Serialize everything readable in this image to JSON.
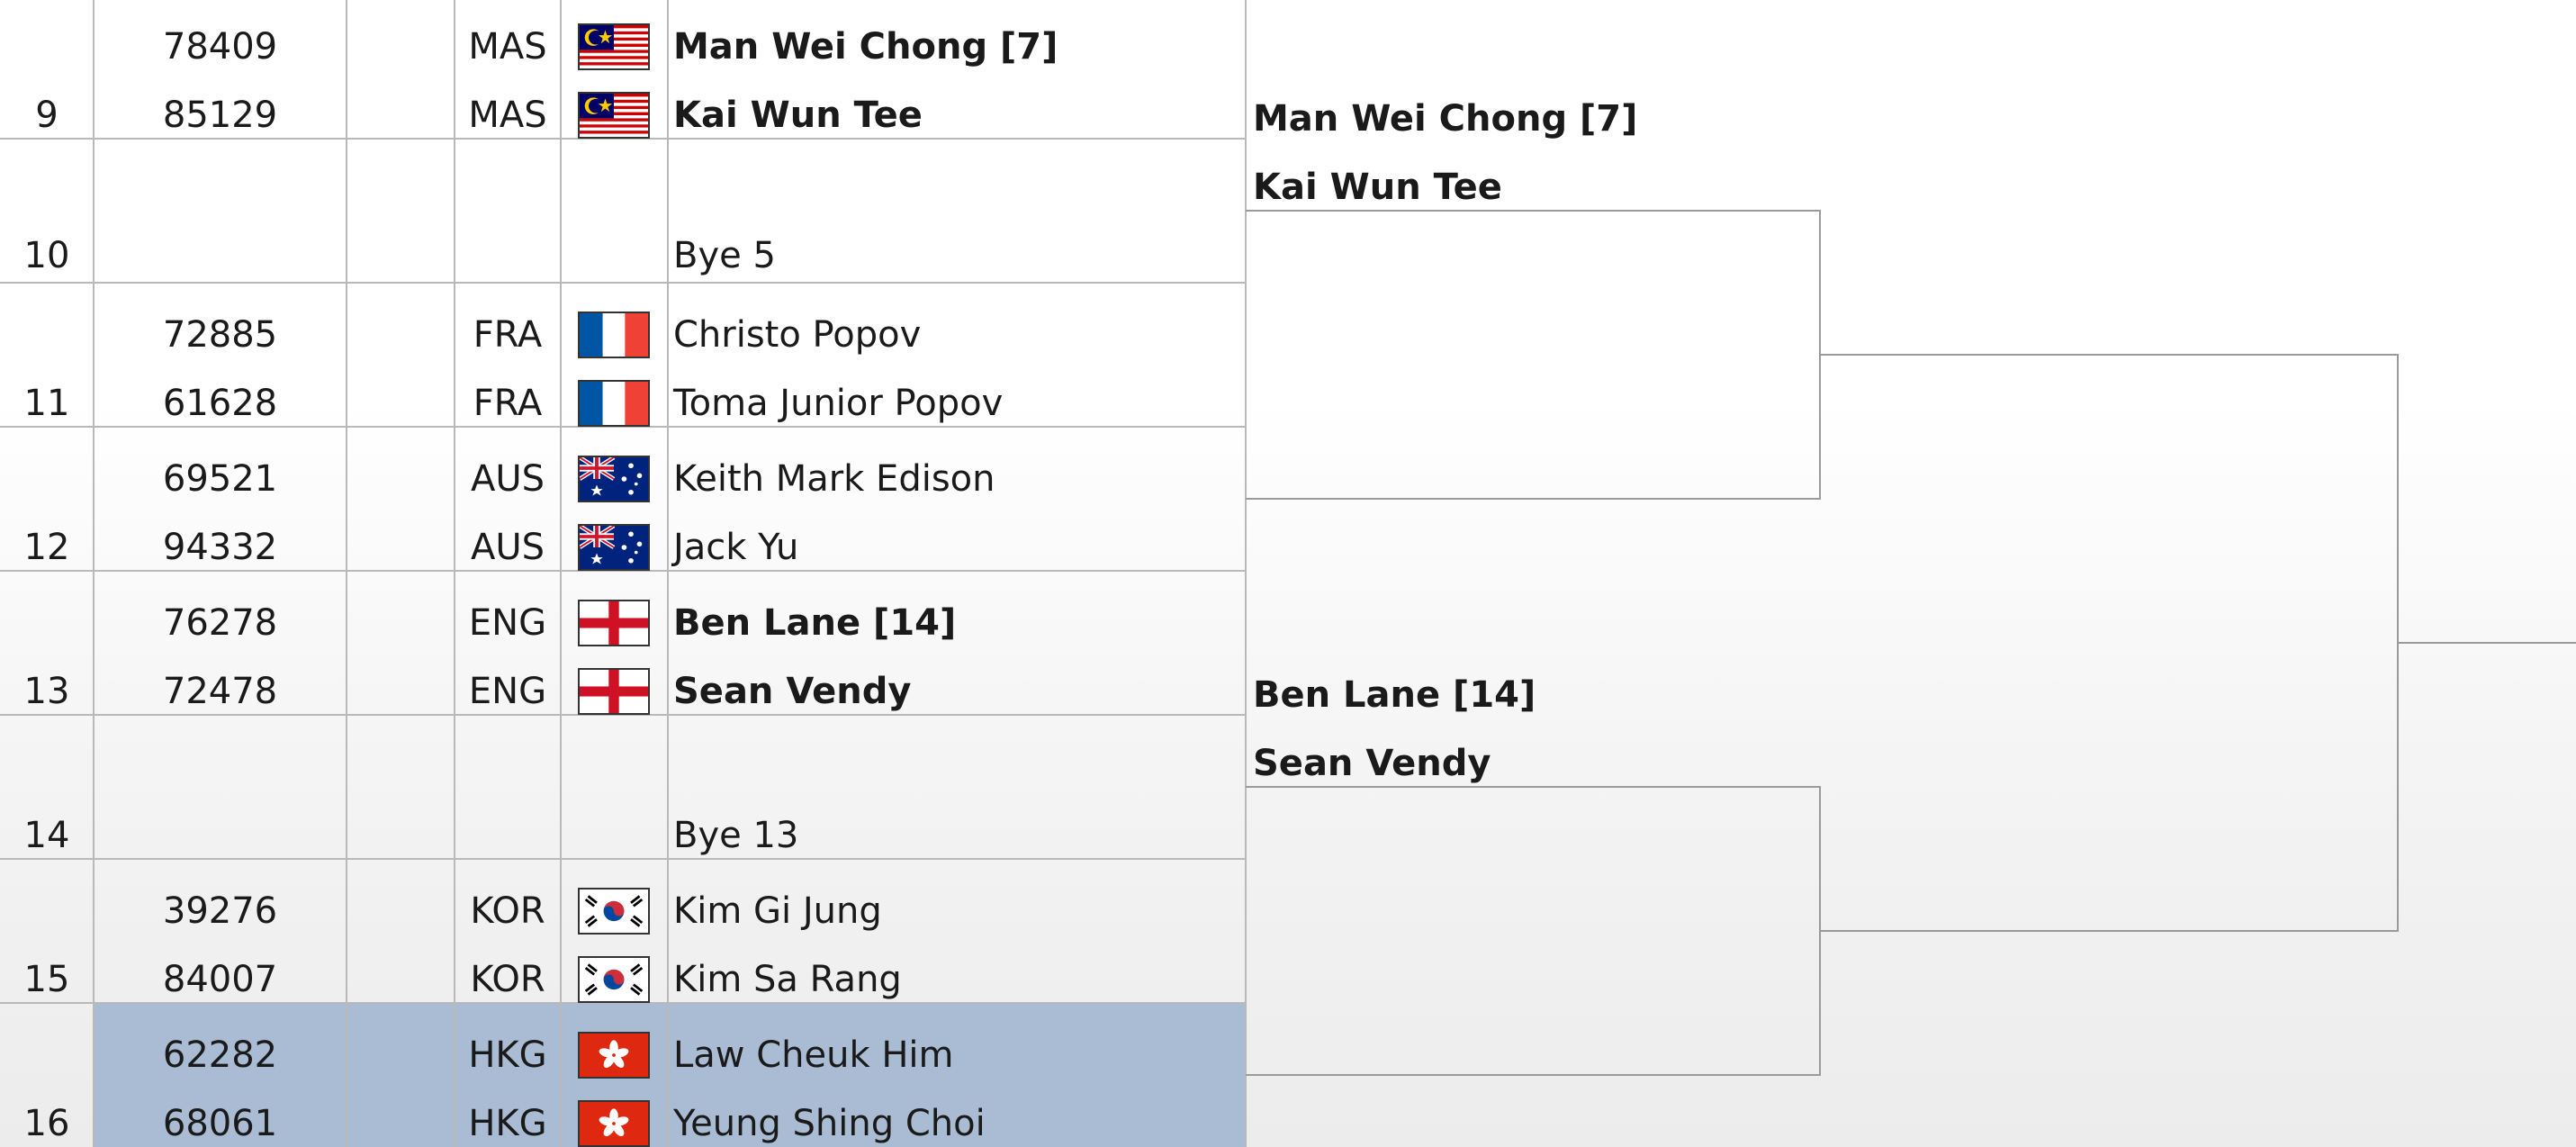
{
  "entries": [
    {
      "draw": "",
      "member": "78409",
      "country": "MAS",
      "flag": "malaysia-flag-icon",
      "player": "Man Wei Chong [7]",
      "bold": true
    },
    {
      "draw": "9",
      "member": "85129",
      "country": "MAS",
      "flag": "malaysia-flag-icon",
      "player": "Kai Wun Tee",
      "bold": true
    },
    {
      "draw": "",
      "member": "",
      "country": "",
      "flag": "",
      "player": "",
      "bold": false
    },
    {
      "draw": "10",
      "member": "",
      "country": "",
      "flag": "",
      "player": "Bye 5",
      "bold": false
    },
    {
      "draw": "",
      "member": "72885",
      "country": "FRA",
      "flag": "france-flag-icon",
      "player": "Christo Popov",
      "bold": false
    },
    {
      "draw": "11",
      "member": "61628",
      "country": "FRA",
      "flag": "france-flag-icon",
      "player": "Toma Junior Popov",
      "bold": false
    },
    {
      "draw": "",
      "member": "69521",
      "country": "AUS",
      "flag": "australia-flag-icon",
      "player": "Keith Mark Edison",
      "bold": false
    },
    {
      "draw": "12",
      "member": "94332",
      "country": "AUS",
      "flag": "australia-flag-icon",
      "player": "Jack Yu",
      "bold": false
    },
    {
      "draw": "",
      "member": "76278",
      "country": "ENG",
      "flag": "england-flag-icon",
      "player": "Ben Lane [14]",
      "bold": true
    },
    {
      "draw": "13",
      "member": "72478",
      "country": "ENG",
      "flag": "england-flag-icon",
      "player": "Sean Vendy",
      "bold": true
    },
    {
      "draw": "",
      "member": "",
      "country": "",
      "flag": "",
      "player": "",
      "bold": false
    },
    {
      "draw": "14",
      "member": "",
      "country": "",
      "flag": "",
      "player": "Bye 13",
      "bold": false
    },
    {
      "draw": "",
      "member": "39276",
      "country": "KOR",
      "flag": "south-korea-flag-icon",
      "player": "Kim Gi Jung",
      "bold": false
    },
    {
      "draw": "15",
      "member": "84007",
      "country": "KOR",
      "flag": "south-korea-flag-icon",
      "player": "Kim Sa Rang",
      "bold": false
    },
    {
      "draw": "",
      "member": "62282",
      "country": "HKG",
      "flag": "hong-kong-flag-icon",
      "player": "Law Cheuk Him",
      "bold": false
    },
    {
      "draw": "16",
      "member": "68061",
      "country": "HKG",
      "flag": "hong-kong-flag-icon",
      "player": "Yeung Shing Choi",
      "bold": false
    }
  ],
  "round2": [
    {
      "name": "Man Wei Chong [7]"
    },
    {
      "name": "Kai Wun Tee"
    },
    {
      "name": "Ben Lane [14]"
    },
    {
      "name": "Sean Vendy"
    }
  ],
  "selected_pair": 7,
  "colors": {
    "selected_row": "#a9bcd3",
    "grid_line": "#b9b9b9",
    "bracket_line": "#9a9a9a"
  }
}
